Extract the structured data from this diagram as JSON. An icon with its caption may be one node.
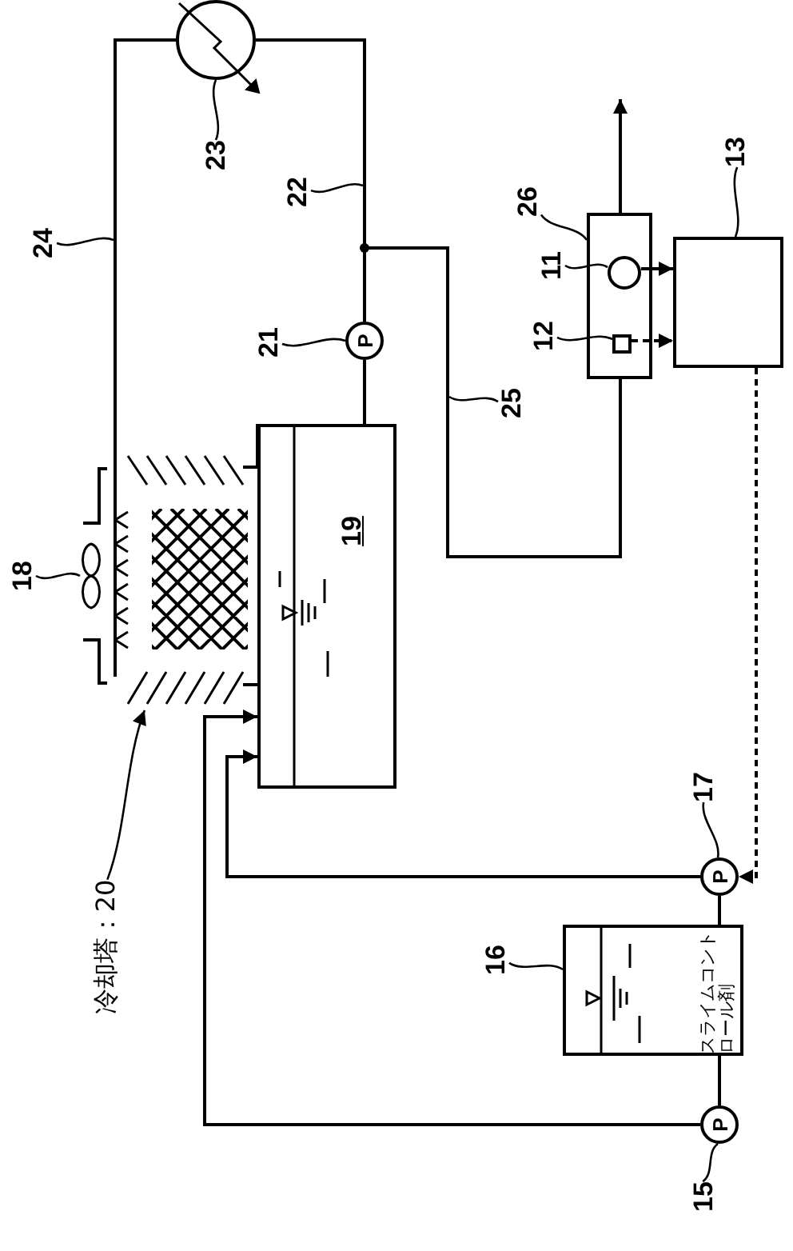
{
  "diagram": {
    "nodes": [
      {
        "text": [
          "23"
        ]
      },
      {
        "text": [],
        "shape": "circle"
      },
      {
        "text": [
          "22"
        ]
      },
      {
        "text": [
          "24"
        ]
      },
      {
        "text": [
          "26"
        ]
      },
      {
        "text": [
          "11"
        ]
      },
      {
        "text": [
          "12"
        ]
      },
      {
        "text": [],
        "shape": "box"
      },
      {
        "text": [],
        "shape": "circle",
        "in": 7
      },
      {
        "text": [],
        "shape": "box",
        "in": 7
      },
      {
        "text": [
          "13"
        ]
      },
      {
        "text": [],
        "shape": "box"
      },
      {
        "text": [
          "21"
        ]
      },
      {
        "text": [
          "P"
        ]
      },
      {
        "text": [
          "25"
        ]
      },
      {
        "text": [
          "18"
        ]
      },
      {
        "text": [],
        "shape": "fan"
      },
      {
        "text": [],
        "shape": "picture"
      },
      {
        "text": [
          "19"
        ]
      },
      {
        "text": [
          "冷却塔：20"
        ]
      },
      {
        "text": [
          "16"
        ]
      },
      {
        "text": [
          "スライムコントロール剤"
        ]
      },
      {
        "text": [
          "17"
        ]
      },
      {
        "text": [
          "P"
        ]
      },
      {
        "text": [
          "15"
        ]
      },
      {
        "text": [
          "P"
        ]
      }
    ],
    "edges": [
      {
        "from": 18,
        "to": 13,
        "arrow": "none"
      },
      {
        "from": 13,
        "to": 1,
        "arrow": "none"
      },
      {
        "from": 13,
        "to": 7,
        "arrow": "none"
      },
      {
        "from": 1,
        "to": 17,
        "arrow": "none"
      },
      {
        "from": 7,
        "to": null,
        "arrow": "to"
      },
      {
        "from": 8,
        "to": 11,
        "arrow": "to"
      },
      {
        "from": 9,
        "to": 11,
        "arrow": "to",
        "style": "dashed"
      },
      {
        "from": 11,
        "to": 23,
        "arrow": "to",
        "style": "dashed"
      },
      {
        "from": 23,
        "to": 18,
        "arrow": "to"
      },
      {
        "from": 25,
        "to": 18,
        "arrow": "to"
      },
      {
        "from": 21,
        "to": 23,
        "arrow": "none"
      },
      {
        "from": 21,
        "to": 25,
        "arrow": "none"
      },
      {
        "from": 0,
        "to": 1,
        "arrow": "none"
      },
      {
        "from": 2,
        "to": null,
        "arrow": "none"
      },
      {
        "from": 3,
        "to": null,
        "arrow": "none"
      },
      {
        "from": 4,
        "to": 7,
        "arrow": "none"
      },
      {
        "from": 5,
        "to": 8,
        "arrow": "none"
      },
      {
        "from": 6,
        "to": 9,
        "arrow": "none"
      },
      {
        "from": 10,
        "to": 11,
        "arrow": "none"
      },
      {
        "from": 12,
        "to": 13,
        "arrow": "none"
      },
      {
        "from": 14,
        "to": null,
        "arrow": "none"
      },
      {
        "from": 15,
        "to": 16,
        "arrow": "none"
      },
      {
        "from": 19,
        "to": 17,
        "arrow": "to"
      },
      {
        "from": 20,
        "to": 21,
        "arrow": "none"
      },
      {
        "from": 22,
        "to": 23,
        "arrow": "none"
      },
      {
        "from": 24,
        "to": 25,
        "arrow": "none"
      }
    ]
  }
}
